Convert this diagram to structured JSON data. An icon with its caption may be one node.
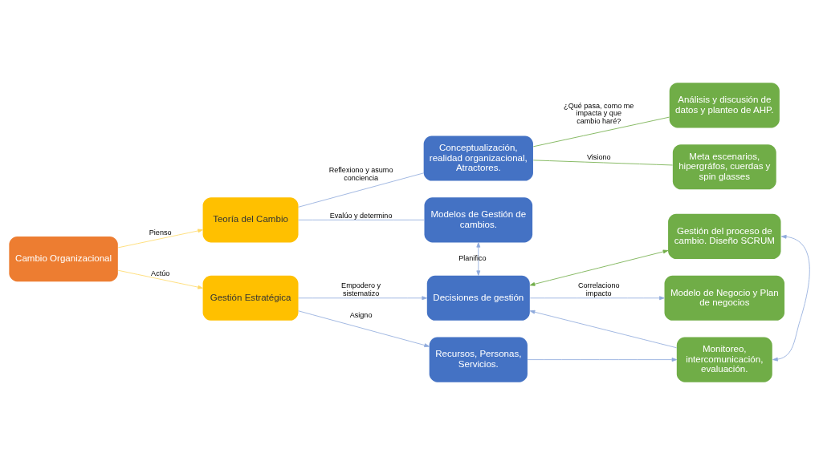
{
  "diagram": {
    "nodes": [
      {
        "text": [
          "Cambio Organizacional"
        ]
      },
      {
        "text": [
          "Teoría del Cambio"
        ]
      },
      {
        "text": [
          "Gestión Estratégica"
        ]
      },
      {
        "text": [
          "Conceptualización, realidad organizacional, Atractores."
        ]
      },
      {
        "text": [
          "Modelos de Gestión de cambios."
        ]
      },
      {
        "text": [
          "Decisiones de gestión"
        ]
      },
      {
        "text": [
          "Recursos, Personas, Servicios."
        ]
      },
      {
        "text": [
          "Análisis y discusión de datos y planteo de AHP."
        ]
      },
      {
        "text": [
          "Meta escenarios, hipergráfos, cuerdas y spin glasses"
        ]
      },
      {
        "text": [
          "Gestión del proceso de cambio. Diseño SCRUM"
        ]
      },
      {
        "text": [
          "Modelo de Negocio y Plan de negocios"
        ]
      },
      {
        "text": [
          "Monitoreo, intercomunicación, evaluación."
        ]
      }
    ],
    "edges": [
      {
        "from": 0,
        "to": 1,
        "arrow": "to",
        "label": "Pienso",
        "color": "#ffd966"
      },
      {
        "from": 0,
        "to": 2,
        "arrow": "to",
        "label": "Actúo",
        "color": "#ffd966"
      },
      {
        "from": 1,
        "to": 3,
        "arrow": "none",
        "label": "Reflexiono y asumo conciencia"
      },
      {
        "from": 1,
        "to": 4,
        "arrow": "none",
        "label": "Evalúo y determino"
      },
      {
        "from": 3,
        "to": 7,
        "arrow": "none",
        "label": "¿Qué pasa, como me impacta y que cambio haré?",
        "color": "#70ad47"
      },
      {
        "from": 3,
        "to": 8,
        "arrow": "none",
        "label": "Visiono",
        "color": "#70ad47"
      },
      {
        "from": 4,
        "to": 5,
        "arrow": "both",
        "label": "Planifico"
      },
      {
        "from": 2,
        "to": 5,
        "arrow": "to",
        "label": "Empodero y sistematizo"
      },
      {
        "from": 2,
        "to": 6,
        "arrow": "to",
        "label": "Asigno"
      },
      {
        "from": 5,
        "to": 9,
        "arrow": "both",
        "color": "#70ad47"
      },
      {
        "from": 5,
        "to": 10,
        "arrow": "to",
        "label": "Correlaciono impacto"
      },
      {
        "from": 11,
        "to": 5,
        "arrow": "to"
      },
      {
        "from": 6,
        "to": 11,
        "arrow": "to"
      },
      {
        "from": 11,
        "to": 9,
        "arrow": "both"
      }
    ]
  }
}
